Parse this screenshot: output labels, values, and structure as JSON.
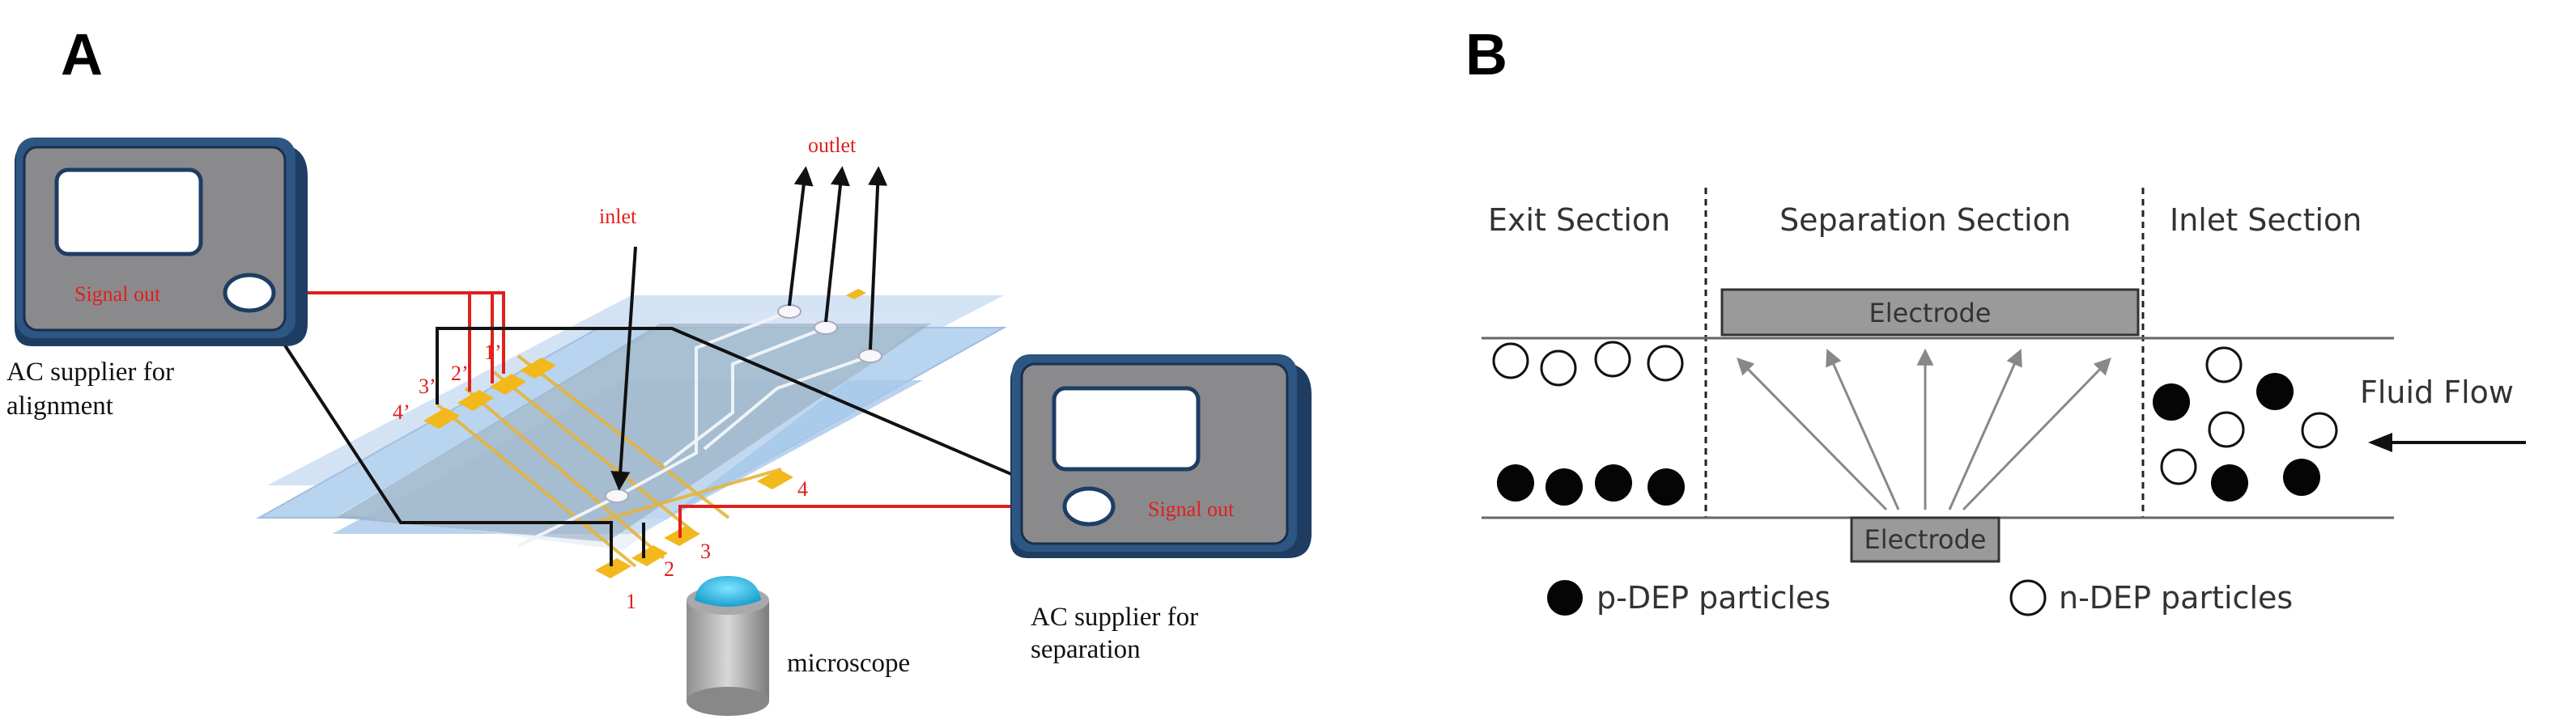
{
  "panel_a": {
    "letter": "A",
    "left_device": {
      "signal_label": "Signal out",
      "caption_line1": "AC supplier for",
      "caption_line2": "alignment"
    },
    "right_device": {
      "signal_label": "Signal out",
      "caption_line1": "AC supplier for",
      "caption_line2": "separation"
    },
    "inlet_label": "inlet",
    "outlet_label": "outlet",
    "microscope_label": "microscope",
    "electrode_numbers": [
      "1",
      "2",
      "3",
      "4"
    ],
    "electrode_primes": [
      "1’",
      "2’",
      "3’",
      "4’"
    ],
    "colors": {
      "wire_red": "#e0201c",
      "wire_black": "#111111",
      "pad_gold": "#f2b81c",
      "chip_blue": "#b9d4ee",
      "device_gray": "#8a8a8c",
      "device_border": "#1f3d63"
    }
  },
  "panel_b": {
    "letter": "B",
    "sections": {
      "exit": "Exit Section",
      "separation": "Separation Section",
      "inlet": "Inlet Section"
    },
    "top_electrode": "Electrode",
    "bottom_electrode": "Electrode",
    "flow_label": "Fluid Flow",
    "legend": {
      "p_dep": "p-DEP particles",
      "n_dep": "n-DEP particles"
    }
  }
}
